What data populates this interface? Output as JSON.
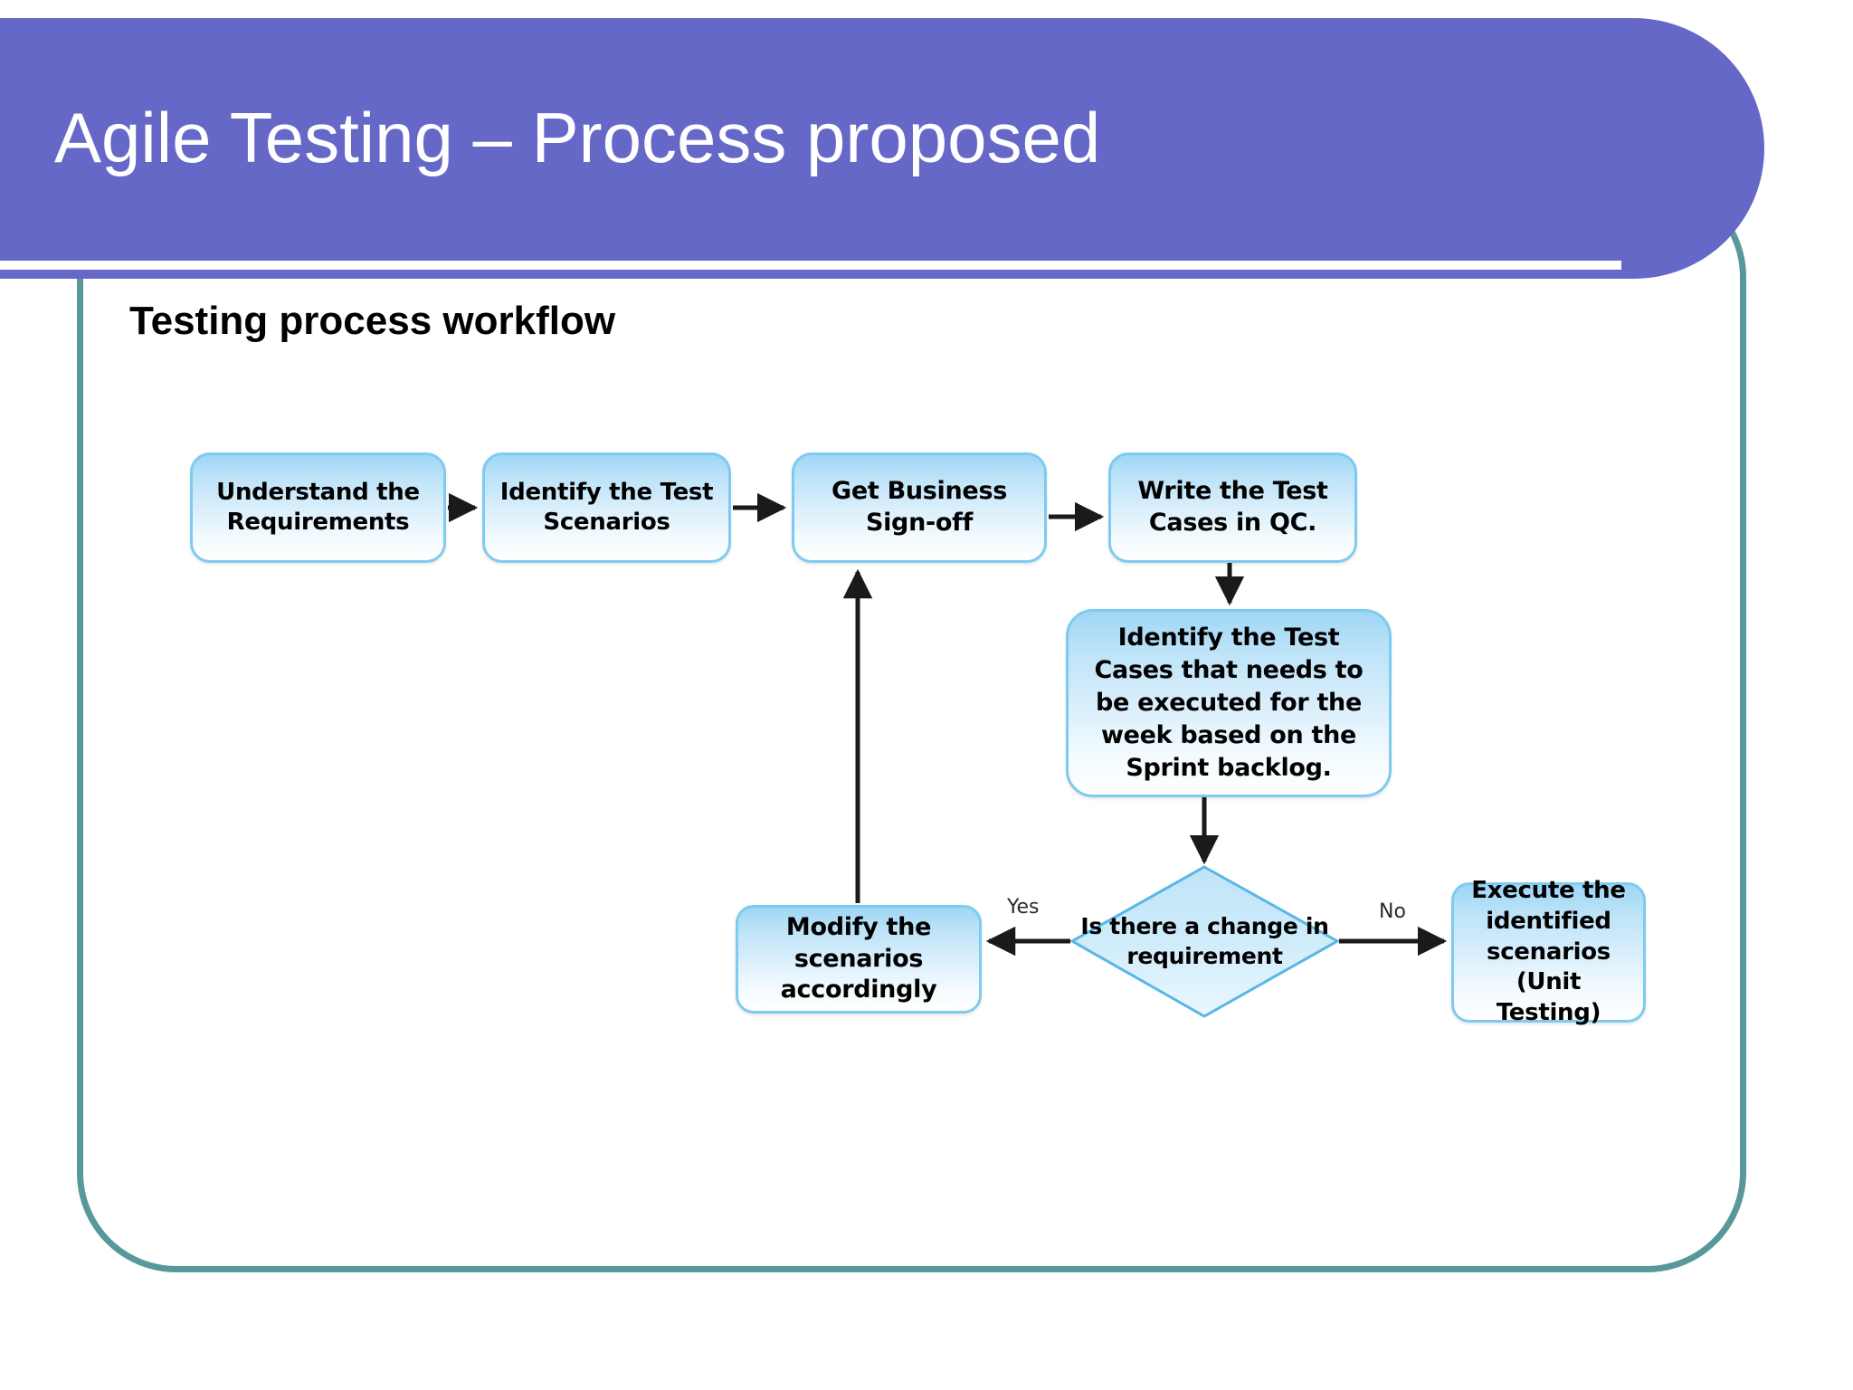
{
  "slide": {
    "header": {
      "title": "Agile Testing – Process proposed",
      "banner_color": "#6568c6",
      "rule_color": "#ffffff"
    },
    "outline_color": "#58989a",
    "section_heading": "Testing process workflow"
  },
  "flowchart": {
    "node_fill_top": "#9fd6f5",
    "node_fill_bottom": "#ffffff",
    "node_border": "#7ecbf0",
    "connector_color": "#1a1a1a",
    "nodes": [
      {
        "id": "understand",
        "shape": "process",
        "text": "Understand the Requirements"
      },
      {
        "id": "identify-scen",
        "shape": "process",
        "text": "Identify the Test Scenarios"
      },
      {
        "id": "signoff",
        "shape": "process",
        "text": "Get Business Sign-off"
      },
      {
        "id": "writecases",
        "shape": "process",
        "text": "Write the Test Cases in QC."
      },
      {
        "id": "identify-week",
        "shape": "process",
        "text": "Identify the Test Cases that needs to be executed for the week based on the Sprint backlog."
      },
      {
        "id": "decision",
        "shape": "decision",
        "text": "Is there a change in requirement"
      },
      {
        "id": "modify",
        "shape": "process",
        "text": "Modify the scenarios accordingly"
      },
      {
        "id": "execute",
        "shape": "process",
        "text": "Execute the identified scenarios (Unit Testing)"
      }
    ],
    "edges": [
      {
        "from": "understand",
        "to": "identify-scen",
        "label": ""
      },
      {
        "from": "identify-scen",
        "to": "signoff",
        "label": ""
      },
      {
        "from": "signoff",
        "to": "writecases",
        "label": ""
      },
      {
        "from": "writecases",
        "to": "identify-week",
        "label": ""
      },
      {
        "from": "identify-week",
        "to": "decision",
        "label": ""
      },
      {
        "from": "decision",
        "to": "modify",
        "label": "Yes"
      },
      {
        "from": "decision",
        "to": "execute",
        "label": "No"
      },
      {
        "from": "modify",
        "to": "signoff",
        "label": ""
      }
    ],
    "edge_labels": {
      "yes": "Yes",
      "no": "No"
    }
  }
}
